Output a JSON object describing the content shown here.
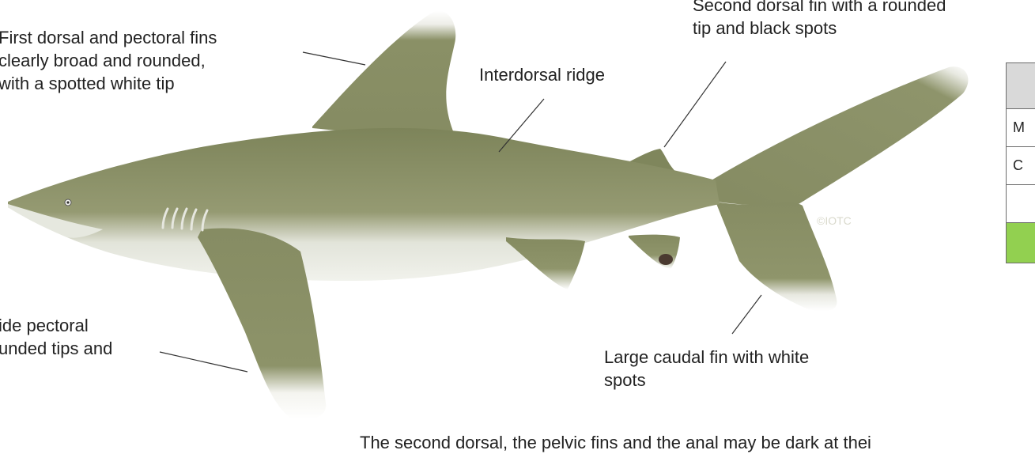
{
  "callouts": {
    "first_dorsal": "First dorsal and pectoral fins\nclearly broad and rounded,\nwith a spotted white tip",
    "second_dorsal": "Second dorsal fin with a rounded\ntip and black spots",
    "interdorsal": "Interdorsal ridge",
    "pectoral": "ide pectoral\nunded tips and",
    "caudal": "Large caudal fin with white\nspots",
    "bottom_note": "The second dorsal, the pelvic fins and the anal may be dark at thei"
  },
  "copyright": "©IOTC",
  "side_table": {
    "rows": [
      "",
      "M",
      "C",
      "",
      ""
    ]
  },
  "colors": {
    "shark_body": "#8c9268",
    "shark_dark": "#7a8158",
    "belly": "#eceee6",
    "fin_tip": "#ffffff",
    "table_header": "#d9d9d9",
    "table_accent": "#92d050"
  }
}
